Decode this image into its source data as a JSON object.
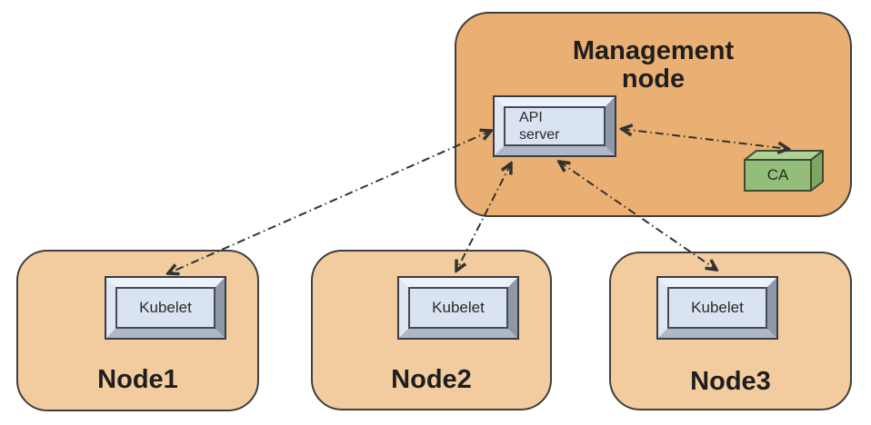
{
  "diagram": {
    "management_node": {
      "label": "Management node"
    },
    "api_server": {
      "label": "API server"
    },
    "ca": {
      "label": "CA"
    },
    "nodes": [
      {
        "label": "Node1",
        "component_label": "Kubelet"
      },
      {
        "label": "Node2",
        "component_label": "Kubelet"
      },
      {
        "label": "Node3",
        "component_label": "Kubelet"
      }
    ],
    "connections": [
      {
        "from": "api-server",
        "to": "node1-kubelet",
        "style": "dash-dot",
        "bidirectional": true
      },
      {
        "from": "api-server",
        "to": "node2-kubelet",
        "style": "dash-dot",
        "bidirectional": true
      },
      {
        "from": "api-server",
        "to": "node3-kubelet",
        "style": "dash-dot",
        "bidirectional": true
      },
      {
        "from": "api-server",
        "to": "ca",
        "style": "dash-dot",
        "bidirectional": true
      }
    ],
    "colors": {
      "management_fill": "#EAAF72",
      "node_fill": "#F2CC9E",
      "component_face": "#D9E3F1",
      "ca_front": "#93BE7A",
      "ca_top": "#AFD096",
      "ca_side": "#7FA764",
      "border": "#3F3F3F",
      "arrow": "#333333"
    }
  }
}
